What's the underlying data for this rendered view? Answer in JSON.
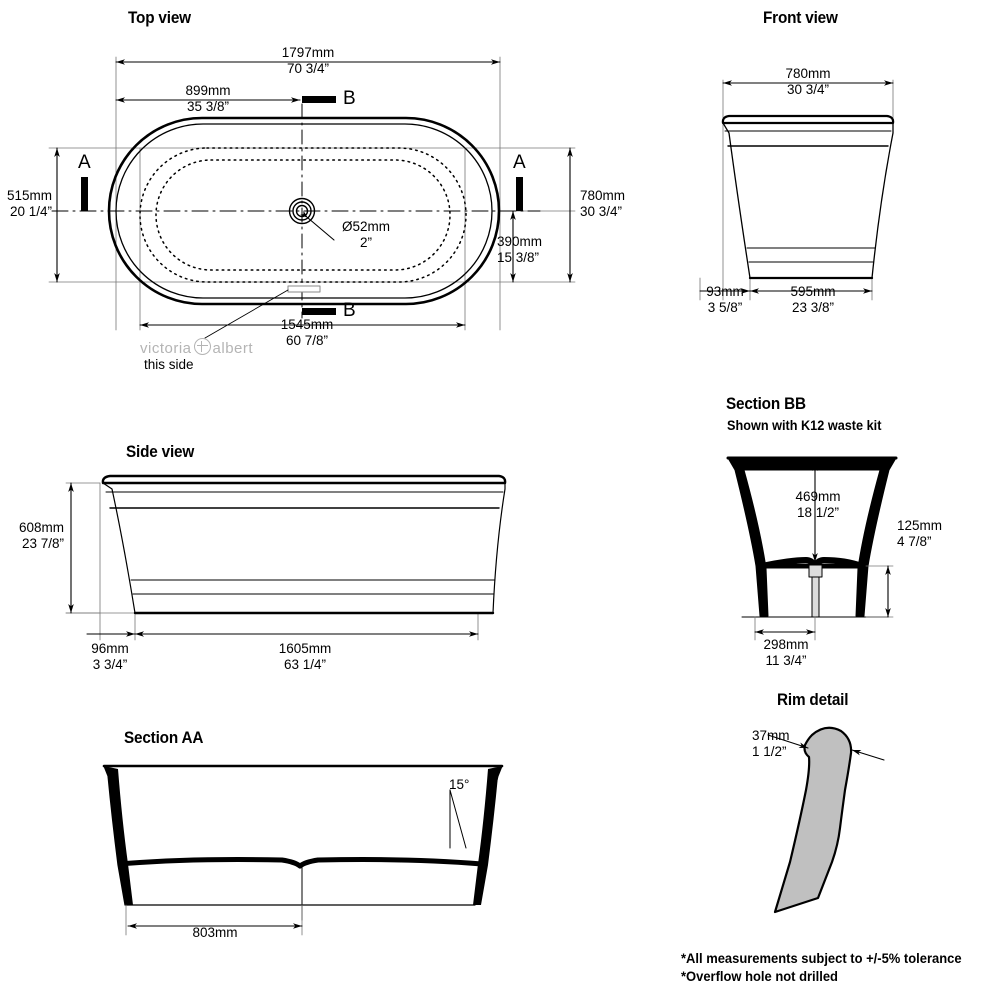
{
  "sheet": {
    "background": "#ffffff",
    "line_color": "#000000",
    "thin_line_color": "#555555",
    "fill_grey": "#c0c0c0",
    "brand_grey": "#b4b4b4"
  },
  "views": {
    "top": {
      "title": "Top view",
      "dims": {
        "overall_length": {
          "mm": "1797mm",
          "inch": "70 3/4”"
        },
        "waste_from_left": {
          "mm": "899mm",
          "inch": "35 3/8”"
        },
        "inner_length": {
          "mm": "1545mm",
          "inch": "60 7/8”"
        },
        "inner_width": {
          "mm": "515mm",
          "inch": "20 1/4”"
        },
        "overall_width": {
          "mm": "780mm",
          "inch": "30 3/4”"
        },
        "waste_from_front": {
          "mm": "390mm",
          "inch": "15 3/8”"
        },
        "waste_diameter": {
          "mm": "Ø52mm",
          "inch": "2”"
        }
      },
      "section_marks": {
        "a_left": "A",
        "a_right": "A",
        "b_top": "B",
        "b_bottom": "B"
      },
      "brand": {
        "word1": "victoria",
        "word2": "albert",
        "note": "this side"
      }
    },
    "front": {
      "title": "Front view",
      "dims": {
        "width_top": {
          "mm": "780mm",
          "inch": "30 3/4”"
        },
        "foot_offset": {
          "mm": "93mm",
          "inch": "3 5/8”"
        },
        "base_width": {
          "mm": "595mm",
          "inch": "23 3/8”"
        }
      }
    },
    "side": {
      "title": "Side view",
      "dims": {
        "height": {
          "mm": "608mm",
          "inch": "23 7/8”"
        },
        "foot_offset": {
          "mm": "96mm",
          "inch": "3 3/4”"
        },
        "base_length": {
          "mm": "1605mm",
          "inch": "63 1/4”"
        }
      }
    },
    "section_aa": {
      "title": "Section AA",
      "dims": {
        "base_width": {
          "mm": "803mm",
          "inch": ""
        },
        "wall_angle": "15°"
      }
    },
    "section_bb": {
      "title": "Section BB",
      "subtitle": "Shown with K12 waste kit",
      "dims": {
        "internal_depth": {
          "mm": "469mm",
          "inch": "18 1/2”"
        },
        "foot_height": {
          "mm": "125mm",
          "inch": "4 7/8”"
        },
        "foot_span": {
          "mm": "298mm",
          "inch": "11 3/4”"
        }
      }
    },
    "rim": {
      "title": "Rim detail",
      "dims": {
        "thickness": {
          "mm": "37mm",
          "inch": "1 1/2”"
        }
      }
    }
  },
  "footnotes": {
    "line1": "*All measurements subject to +/-5% tolerance",
    "line2": "*Overflow hole not drilled"
  }
}
